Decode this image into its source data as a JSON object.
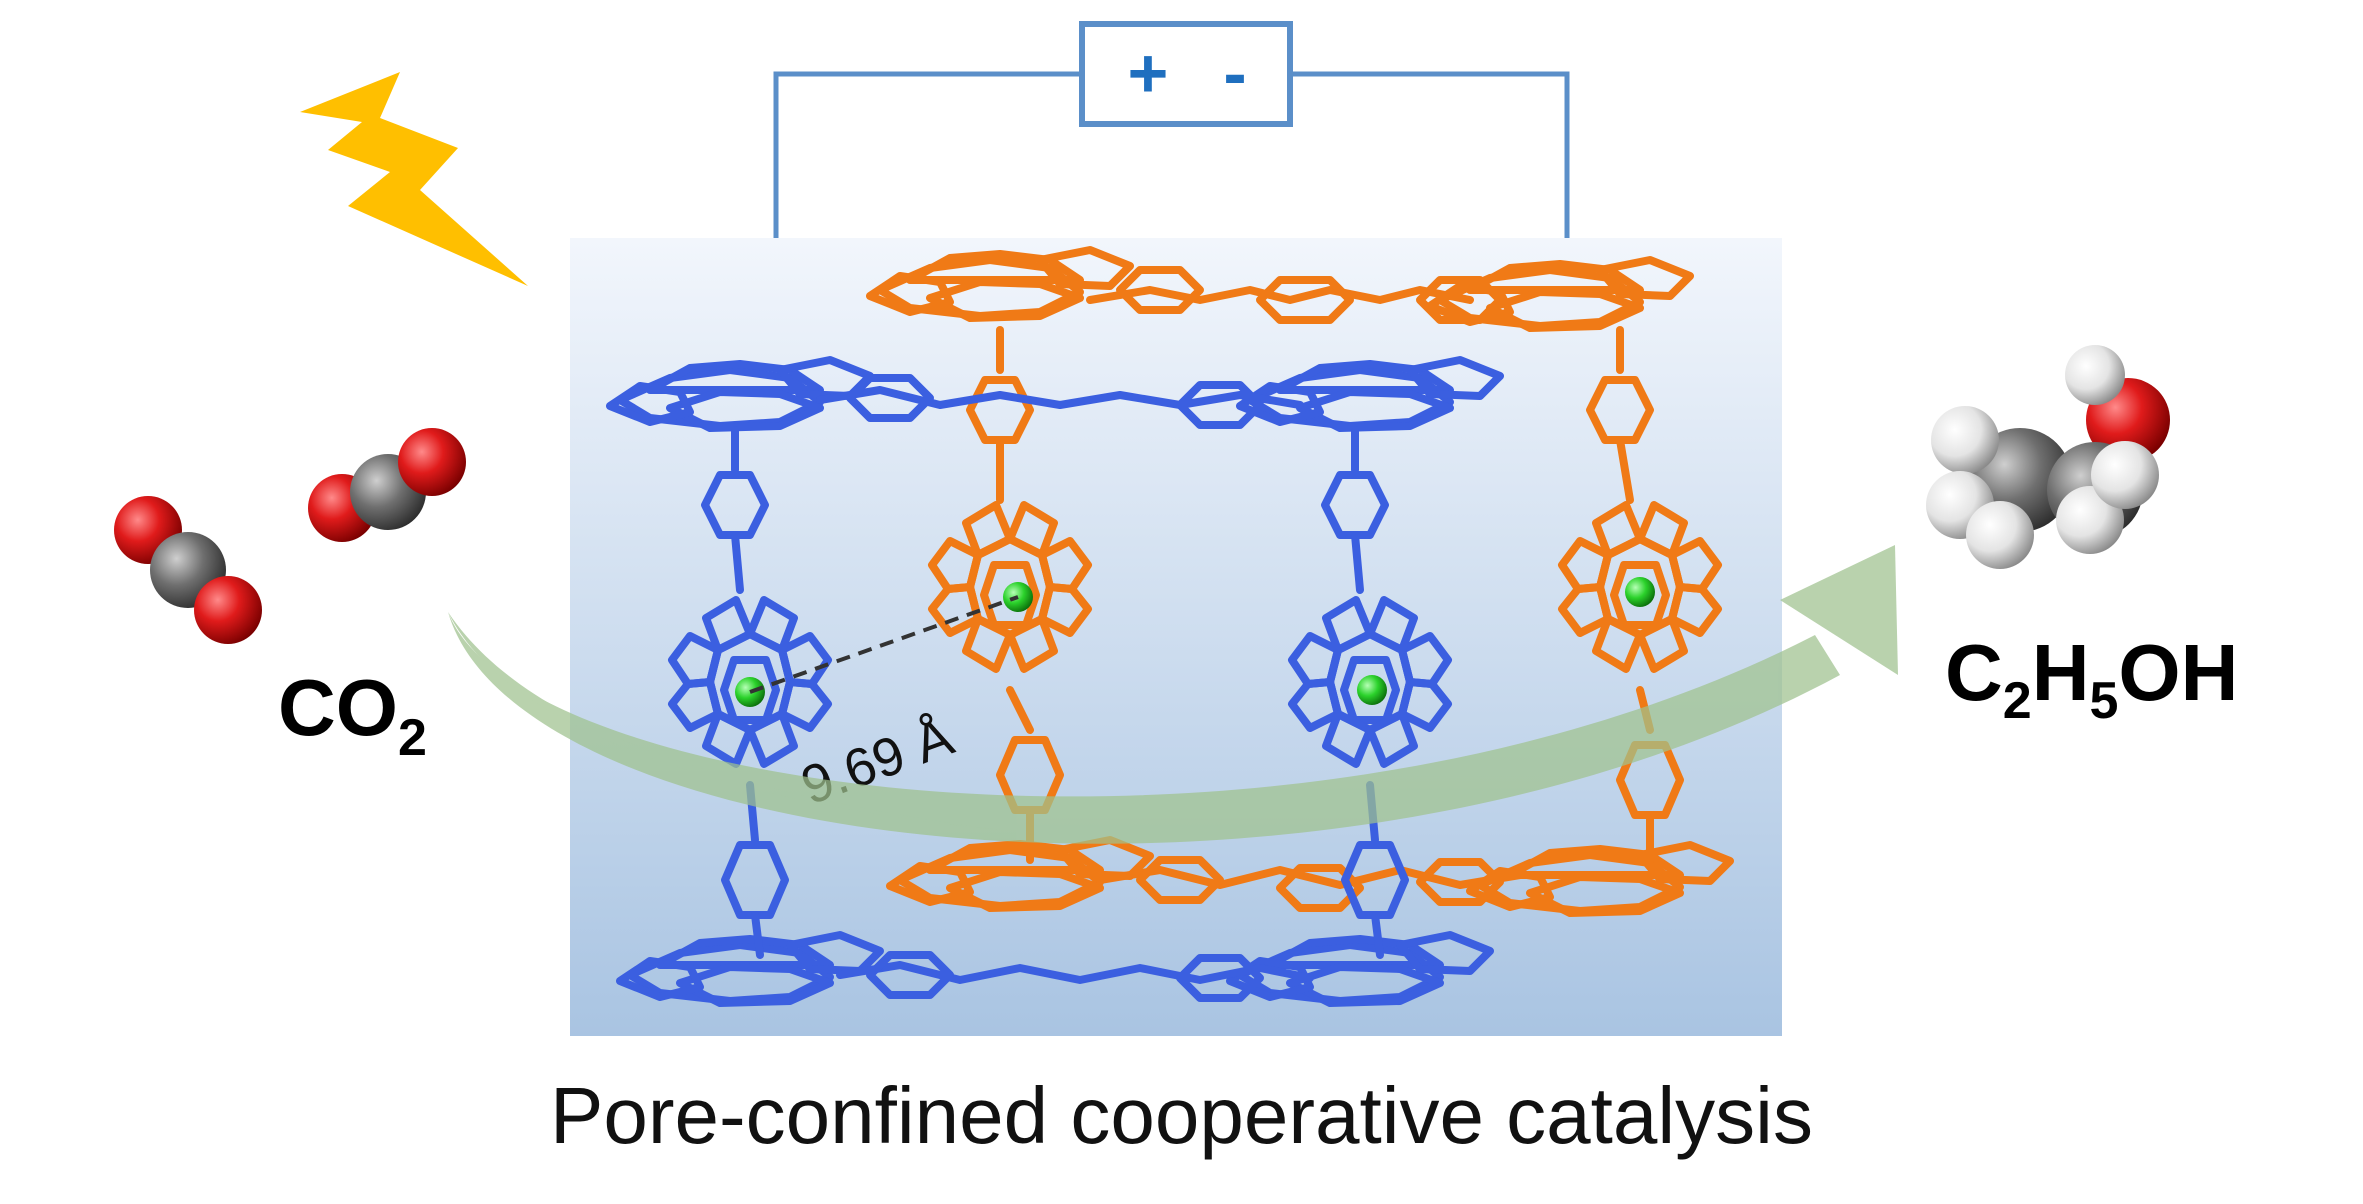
{
  "battery": {
    "plus": "+",
    "minus": "-"
  },
  "reactant": {
    "formula_main": "CO",
    "formula_sub": "2"
  },
  "product": {
    "c": "C",
    "c_sub": "2",
    "h": "H",
    "h_sub": "5",
    "oh": "OH"
  },
  "distance_label": "9.69 Å",
  "caption": "Pore-confined cooperative catalysis",
  "colors": {
    "framework_blue": "#3b5fe0",
    "framework_orange": "#f07a16",
    "metal_center": "#2bd22b",
    "circuit_wire": "#5b8fc9",
    "battery_sign": "#1f6fbf",
    "lightning": "#ffbf00",
    "arrow": "#9fc28e",
    "oxygen": "#e01b1b",
    "carbon": "#666666",
    "hydrogen": "#e8e8e8"
  },
  "icons": [
    "lightning-icon",
    "co2-molecule-icon",
    "ethanol-molecule-icon",
    "reaction-arrow-icon"
  ]
}
